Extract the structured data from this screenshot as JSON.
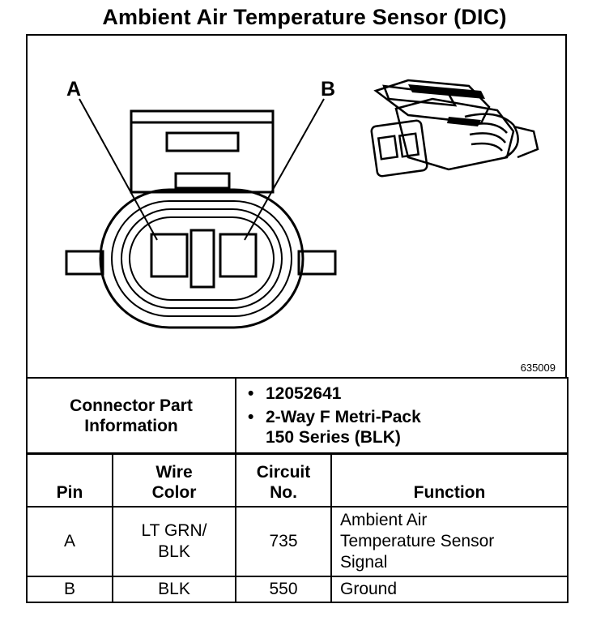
{
  "title": "Ambient Air Temperature Sensor (DIC)",
  "figure": {
    "callout_a": "A",
    "callout_b": "B",
    "figure_number": "635009"
  },
  "connector_info": {
    "label_line1": "Connector Part",
    "label_line2": "Information",
    "items": [
      {
        "bullet": "•",
        "lines": [
          "12052641"
        ]
      },
      {
        "bullet": "•",
        "lines": [
          "2-Way F Metri-Pack",
          "150 Series (BLK)"
        ]
      }
    ]
  },
  "pin_table": {
    "headers": {
      "pin": [
        "Pin"
      ],
      "wire_color": [
        "Wire",
        "Color"
      ],
      "circuit": [
        "Circuit",
        "No."
      ],
      "function": [
        "Function"
      ]
    },
    "rows": [
      {
        "pin": "A",
        "wire_color": [
          "LT GRN/",
          "BLK"
        ],
        "circuit": "735",
        "function": [
          "Ambient Air",
          "Temperature Sensor",
          "Signal"
        ]
      },
      {
        "pin": "B",
        "wire_color": [
          "BLK"
        ],
        "circuit": "550",
        "function": [
          "Ground"
        ]
      }
    ]
  }
}
